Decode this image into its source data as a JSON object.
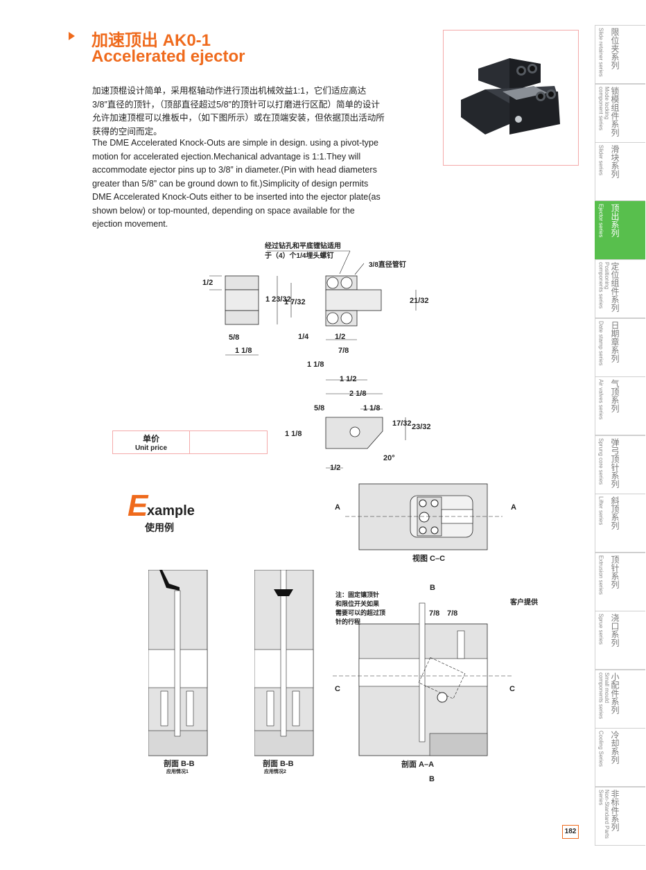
{
  "header": {
    "title_zh": "加速顶出 AK0-1",
    "title_en": "Accelerated ejector"
  },
  "description": {
    "zh": "加速顶棍设计简单，采用枢轴动作进行顶出机械效益1:1，它们适应高达3/8”直径的顶针，（顶部直径超过5/8”的顶针可以打磨进行区配）简单的设计允许加速顶棍可以推板中，（如下图所示）或在顶端安装，但依据顶出活动所获得的空间而定。",
    "en": "The DME Accelerated Knock-Outs are simple in design. using a pivot-type motion for accelerated ejection.Mechanical advantage is 1:1.They will accommodate ejector pins up to 3/8” in diameter.(Pin with head diameters greater than 5/8” can be ground down to fit.)Simplicity of design permits DME Accelerated Knock-Outs either to be inserted into the ejector plate(as shown below) or top-mounted, depending on space available for the ejection movement."
  },
  "drawing": {
    "note_drill": "经过钻孔和平底镗钻适用",
    "note_drill2": "于（4）个1/4埋头螺钉",
    "note_pin": "3/8直径管钉",
    "dims": {
      "d_1_2": "1/2",
      "d_1_23_32": "1 23/32",
      "d_1_7_32": "1 7/32",
      "d_21_32": "21/32",
      "d_5_8": "5/8",
      "d_1_1_8": "1 1/8",
      "d_1_4": "1/4",
      "d_1_2b": "1/2",
      "d_7_8": "7/8",
      "d_1_1_8b": "1 1/8",
      "d_1_1_2": "1 1/2",
      "d_2_1_8": "2 1/8",
      "d_5_8b": "5/8",
      "d_1_1_8c": "1 1/8",
      "d_17_32": "17/32",
      "d_23_32": "23/32",
      "d_1_1_8d": "1 1/8",
      "d_20": "20°",
      "d_1_2c": "1/2"
    }
  },
  "price": {
    "label_zh": "单价",
    "label_en": "Unit price",
    "value": ""
  },
  "example": {
    "e": "E",
    "rest": "xample",
    "zh": "使用例"
  },
  "views": {
    "view_cc": "视图 C–C",
    "a_left": "A",
    "a_right": "A",
    "sec_bb1": "剖面 B-B",
    "sec_bb1_sub": "应用情况1",
    "sec_bb2": "剖面 B-B",
    "sec_bb2_sub": "应用情况2",
    "sec_aa": "剖面 A–A",
    "note_line1": "注：固定镶顶针",
    "note_line2": "和限位开关如果",
    "note_line3": "需要可以的超过顶",
    "note_line4": "针的行程",
    "customer": "客户提供",
    "b_top": "B",
    "b_bottom": "B",
    "c_left": "C",
    "c_right": "C",
    "d78a": "7/8",
    "d78b": "7/8"
  },
  "sidebar": {
    "tabs": [
      {
        "zh": "限位夹系列",
        "en": "Slide retainer series",
        "active": false
      },
      {
        "zh": "锁模组件系列",
        "en": "Mode locking component series",
        "active": false
      },
      {
        "zh": "滑块系列",
        "en": "Slider series",
        "active": false
      },
      {
        "zh": "顶出系列",
        "en": "Ejector series",
        "active": true
      },
      {
        "zh": "定位组件系列",
        "en": "Positioning components series",
        "active": false
      },
      {
        "zh": "日期章系列",
        "en": "Date stamp series",
        "active": false
      },
      {
        "zh": "气顶系列",
        "en": "Air valves series",
        "active": false
      },
      {
        "zh": "弹弓顶针系列",
        "en": "Sprung core series",
        "active": false
      },
      {
        "zh": "斜顶系列",
        "en": "Lifter series",
        "active": false
      },
      {
        "zh": "顶针系列",
        "en": "Extrusion series",
        "active": false
      },
      {
        "zh": "浇口系列",
        "en": "Sprue series",
        "active": false
      },
      {
        "zh": "小配件系列",
        "en": "Small mould components series",
        "active": false
      },
      {
        "zh": "冷却系列",
        "en": "Cooling Series",
        "active": false
      },
      {
        "zh": "非标件系列",
        "en": "Non-Standard Parts Series",
        "active": false
      }
    ]
  },
  "page_number": "182",
  "colors": {
    "accent": "#ef6a1c",
    "active_tab": "#58bf4d",
    "border_pink": "#f4a9a9"
  }
}
